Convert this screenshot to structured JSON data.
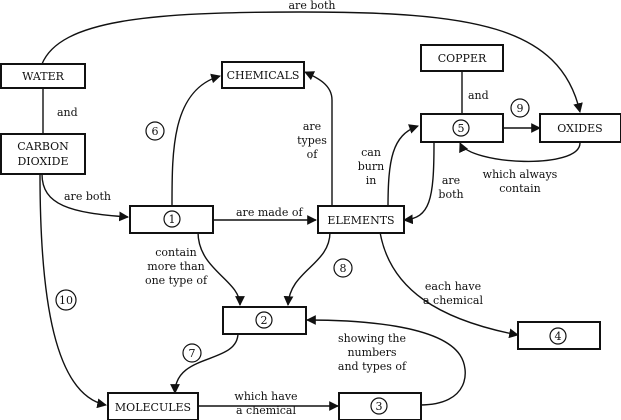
{
  "nodes": {
    "water": "WATER",
    "carbon_dioxide": [
      "CARBON",
      "DIOXIDE"
    ],
    "chemicals": "CHEMICALS",
    "copper": "COPPER",
    "oxides": "OXIDES",
    "elements": "ELEMENTS",
    "molecules": "MOLECULES",
    "blank_1": "1",
    "blank_2": "2",
    "blank_3": "3",
    "blank_4": "4",
    "blank_5": "5"
  },
  "links": {
    "water_oxides": "are both",
    "water_co2": "and",
    "co2_blank1": "are both",
    "blank1_elements": "are made of",
    "elements_chemicals": [
      "are",
      "types",
      "of"
    ],
    "elements_blank5": [
      "can",
      "burn",
      "in"
    ],
    "blank5_elements": [
      "are",
      "both"
    ],
    "copper_blank5": "and",
    "oxides_blank5": [
      "which always",
      "contain"
    ],
    "blank1_blank2": [
      "contain",
      "more than",
      "one type of"
    ],
    "elements_blank4": [
      "each have",
      "a chemical"
    ],
    "blank3_blank2": [
      "showing the",
      "numbers",
      "and types of"
    ],
    "molecules_blank3": [
      "which have",
      "a chemical"
    ]
  },
  "markers": [
    "6",
    "7",
    "8",
    "9",
    "10"
  ]
}
